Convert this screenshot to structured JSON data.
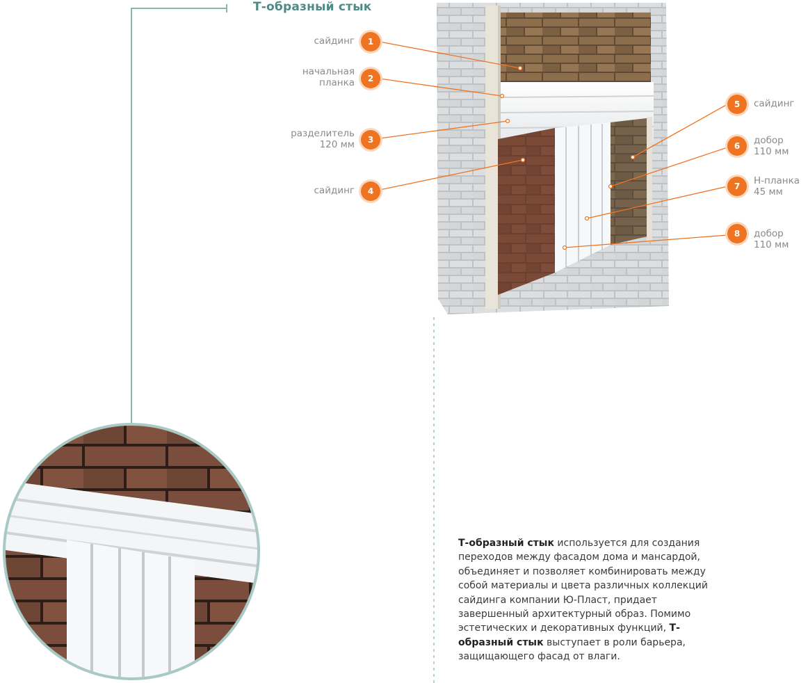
{
  "title": "Т-образный стык",
  "labels_left": [
    {
      "num": "1",
      "lines": [
        "сайдинг"
      ]
    },
    {
      "num": "2",
      "lines": [
        "начальная",
        "планка"
      ]
    },
    {
      "num": "3",
      "lines": [
        "разделитель",
        "120 мм"
      ]
    },
    {
      "num": "4",
      "lines": [
        "сайдинг"
      ]
    }
  ],
  "labels_right": [
    {
      "num": "5",
      "lines": [
        "сайдинг"
      ]
    },
    {
      "num": "6",
      "lines": [
        "добор",
        "110 мм"
      ]
    },
    {
      "num": "7",
      "lines": [
        "Н-планка",
        "45 мм"
      ]
    },
    {
      "num": "8",
      "lines": [
        "добор",
        "110 мм"
      ]
    }
  ],
  "description": {
    "term": "Т-образный стык",
    "part1": " используется для создания переходов между фасадом дома и мансардой, объединяет и позволяет комбинировать между собой материалы и цвета различных коллекций сайдинга компании Ю-Пласт, придает завершенный архитектурный образ. Помимо эстетических и декоративных функций, ",
    "part2": " выступает в роли барьера, защищающего фасад от влаги."
  },
  "colors": {
    "accent_orange": "#ee7422",
    "title_teal": "#4f8a86",
    "connector_teal": "#8ab5b0"
  }
}
